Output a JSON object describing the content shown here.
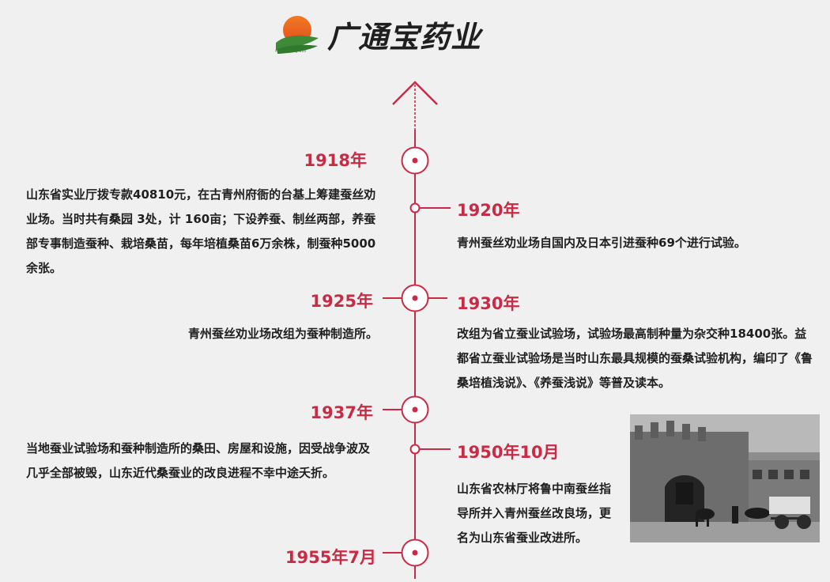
{
  "brand": {
    "name": "广通宝药业",
    "subtitle": "Guang Tong Bao",
    "colors": {
      "sun": "#e55b22",
      "green": "#3e8a36",
      "accent": "#c82b45",
      "line": "#c82b45"
    }
  },
  "timeline": [
    {
      "year": "1918年",
      "side": "left",
      "text": "山东省实业厅拨专款40810元，在古青州府衙的台基上筹建蚕丝劝业场。当时共有桑园 3处，计 160亩；下设养蚕、制丝两部，养蚕部专事制造蚕种、栽培桑苗，每年培植桑苗6万余株，制蚕种5000余张。"
    },
    {
      "year": "1920年",
      "side": "right",
      "text": "青州蚕丝劝业场自国内及日本引进蚕种69个进行试验。"
    },
    {
      "year": "1925年",
      "side": "left",
      "text": "青州蚕丝劝业场改组为蚕种制造所。"
    },
    {
      "year": "1930年",
      "side": "right",
      "text": "改组为省立蚕业试验场，试验场最高制种量为杂交种18400张。益都省立蚕业试验场是当时山东最具规模的蚕桑试验机构，编印了《鲁桑培植浅说》、《养蚕浅说》等普及读本。"
    },
    {
      "year": "1937年",
      "side": "left",
      "text": "当地蚕业试验场和蚕种制造所的桑田、房屋和设施，因受战争波及几乎全部被毁，山东近代桑蚕业的改良进程不幸中途夭折。"
    },
    {
      "year": "1950年10月",
      "side": "right",
      "text": "山东省农林厅将鲁中南蚕丝指导所并入青州蚕丝改良场，更名为山东省蚕业改进所。"
    },
    {
      "year": "1955年7月",
      "side": "left",
      "text": ""
    }
  ]
}
